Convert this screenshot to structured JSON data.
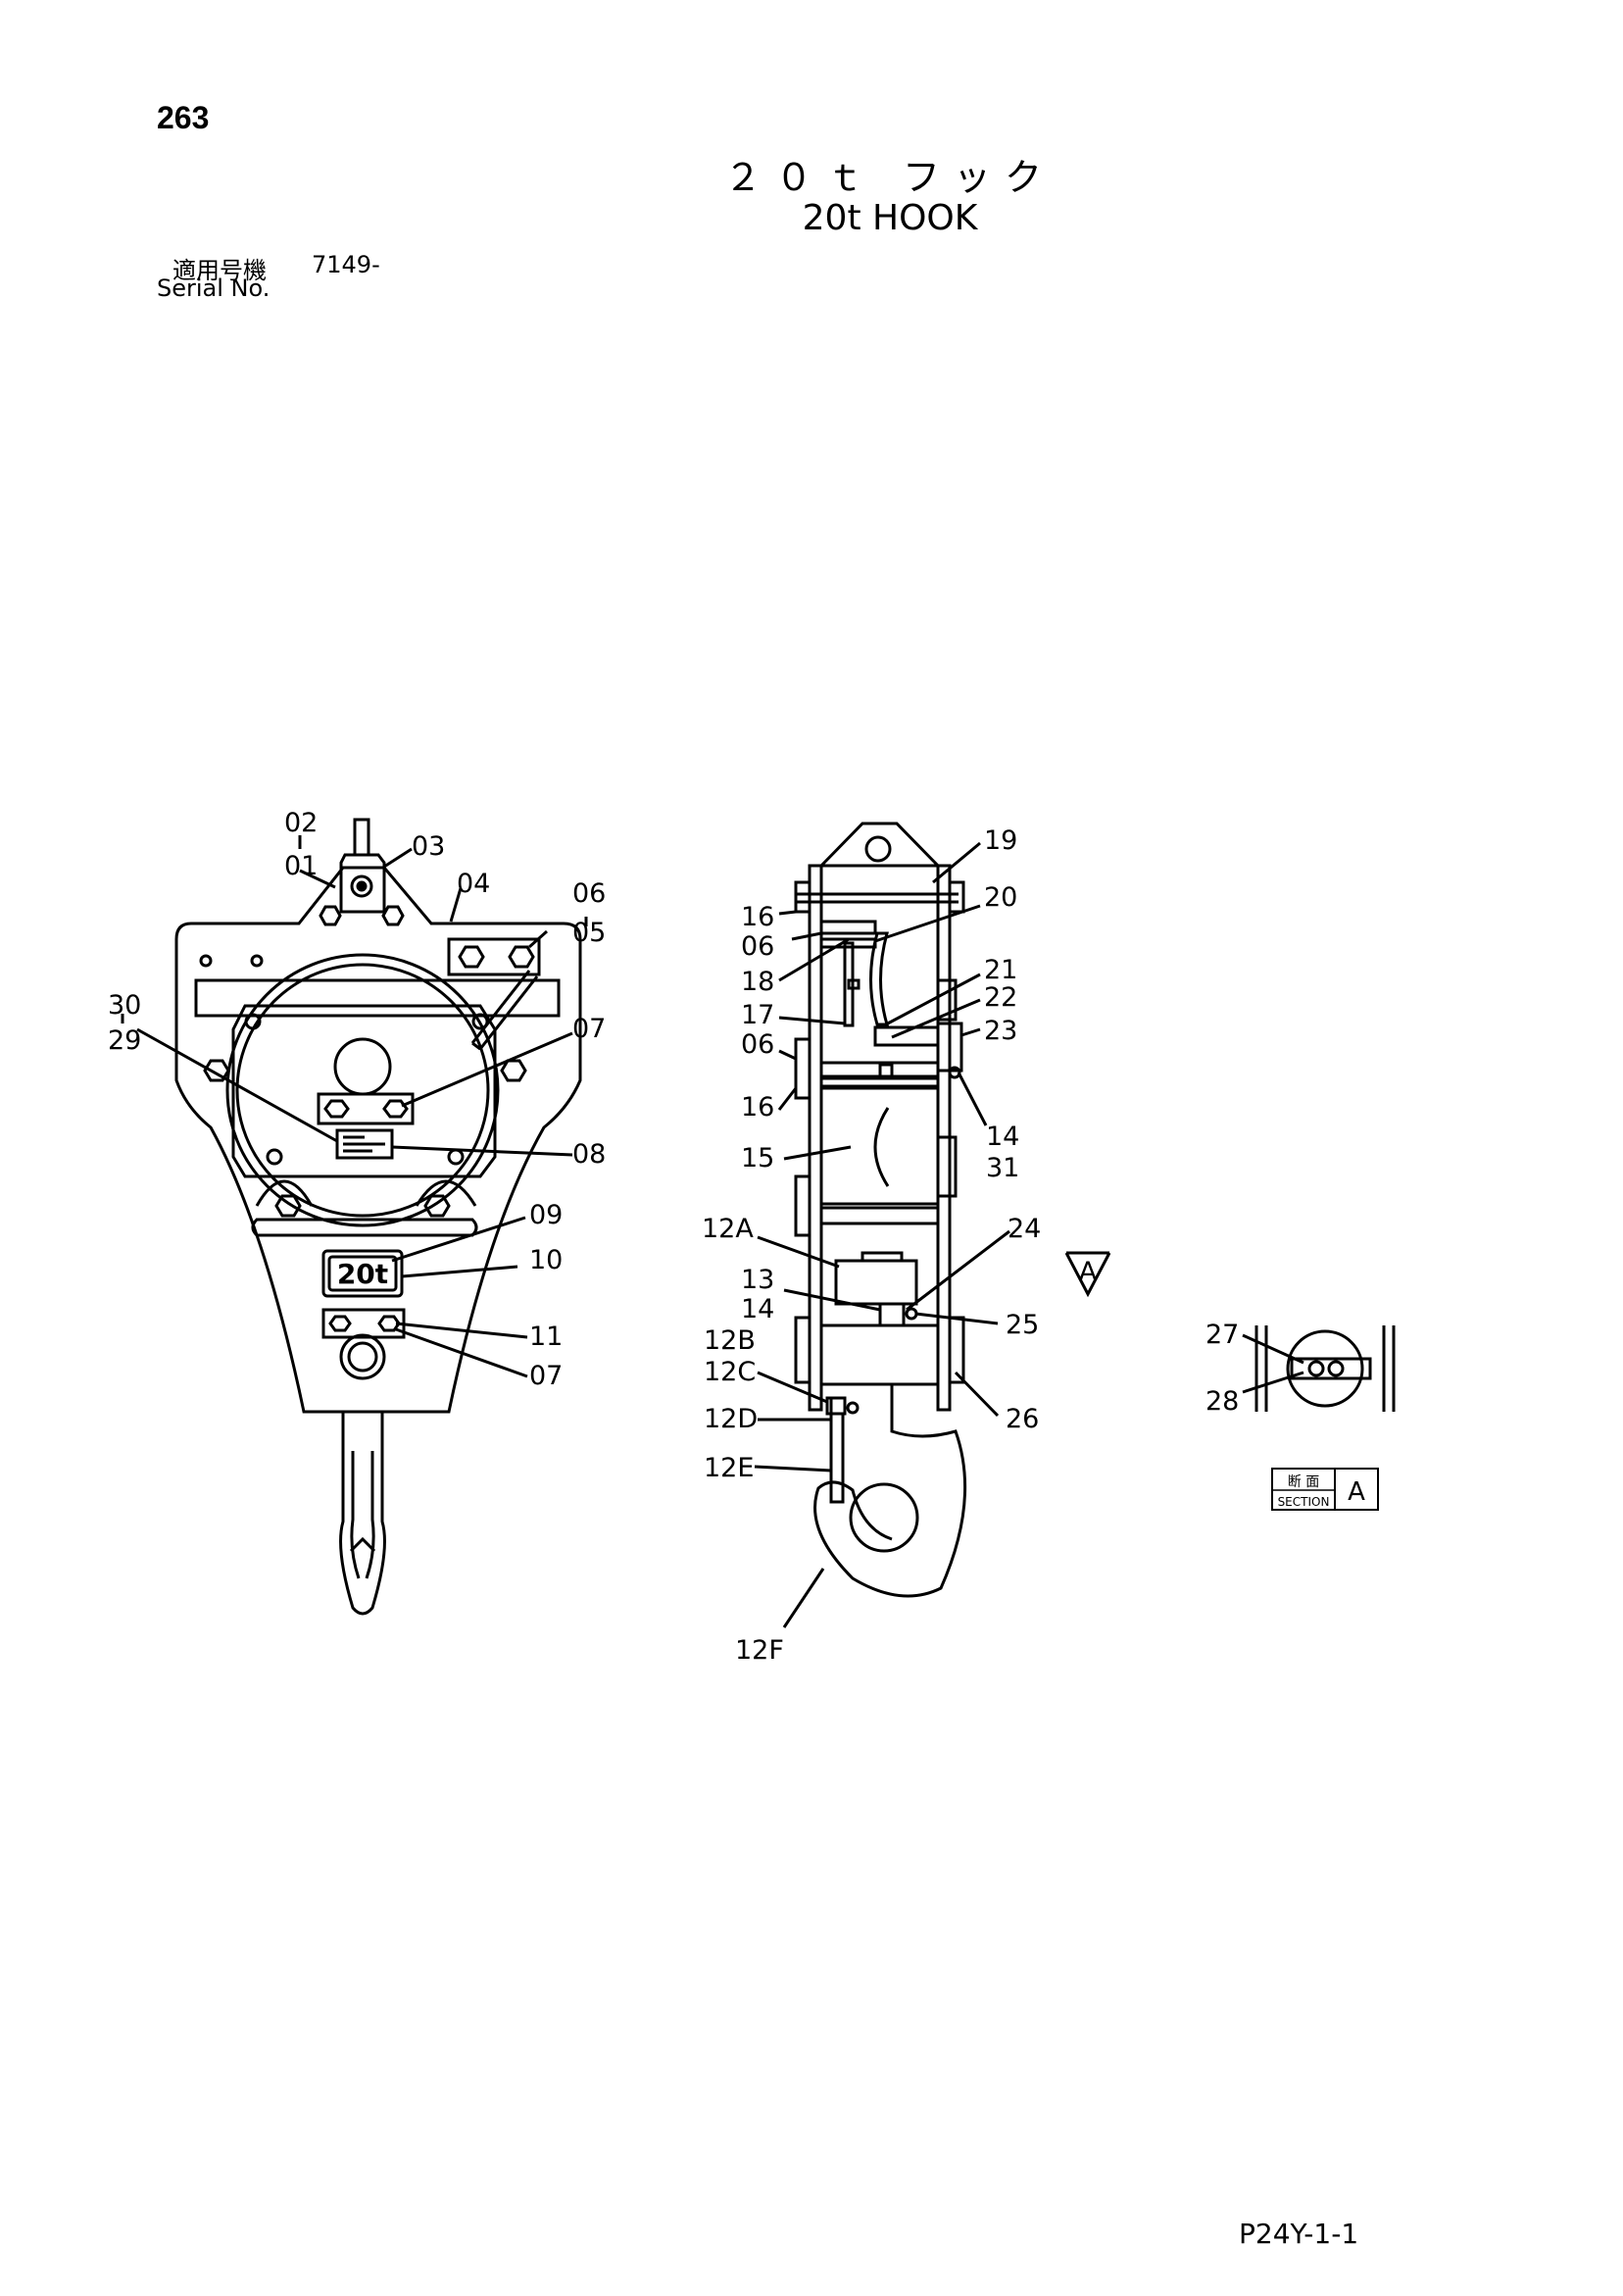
{
  "header": {
    "page_number": "263",
    "title_jp": "２０ｔ フック",
    "title_en": "20t HOOK",
    "serial_label_jp": "適用号機",
    "serial_value": "7149-",
    "serial_label_en": "Serial No."
  },
  "footer": {
    "code": "P24Y-1-1"
  },
  "nameplate": {
    "capacity": "20t"
  },
  "section_view": {
    "label_jp": "断 面",
    "label_en": "SECTION",
    "letter": "A",
    "arrow_letter": "A"
  },
  "callouts": {
    "front": [
      "02",
      "01",
      "03",
      "04",
      "06",
      "05",
      "30",
      "29",
      "07",
      "08",
      "09",
      "10",
      "11",
      "07"
    ],
    "side": [
      "19",
      "16",
      "20",
      "06",
      "18",
      "21",
      "17",
      "22",
      "23",
      "06",
      "16",
      "14",
      "31",
      "15",
      "12A",
      "24",
      "13",
      "14",
      "25",
      "12B",
      "12C",
      "26",
      "12D",
      "12E",
      "12F"
    ],
    "section": [
      "27",
      "28"
    ]
  }
}
